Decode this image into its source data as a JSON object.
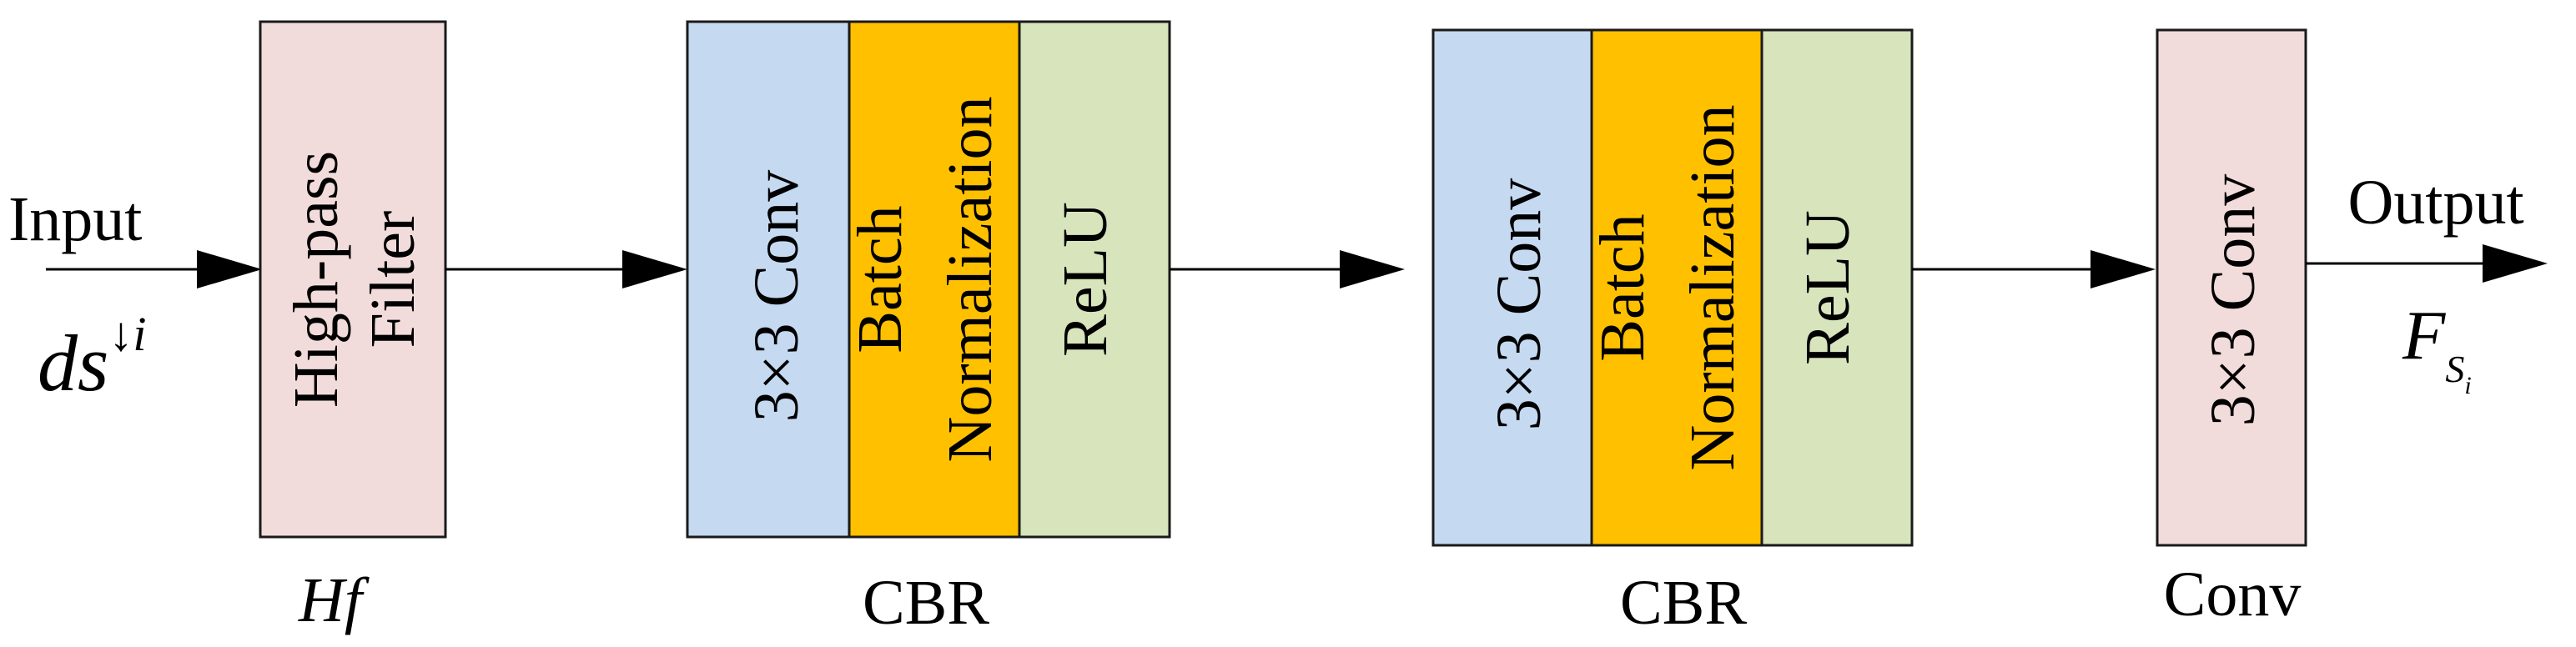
{
  "colors": {
    "hf_fill": "#f2dcdb",
    "conv_fill": "#c5d9f1",
    "bn_fill": "#ffc000",
    "relu_fill": "#d7e4bc",
    "final_conv_fill": "#f2dcdb",
    "stroke": "#1a1a1a"
  },
  "input": {
    "label": "Input",
    "symbol": "ds",
    "sup_arrow": "↓",
    "sup_index": "i"
  },
  "hf": {
    "line1": "High-pass",
    "line2": "Filter",
    "caption": "Hf"
  },
  "cbr1": {
    "conv": "3×3 Conv",
    "bn_line1": "Batch",
    "bn_line2": "Normalization",
    "relu": "ReLU",
    "caption": "CBR"
  },
  "cbr2": {
    "conv": "3×3 Conv",
    "bn_line1": "Batch",
    "bn_line2": "Normalization",
    "relu": "ReLU",
    "caption": "CBR"
  },
  "final_conv": {
    "label": "3×3 Conv",
    "caption": "Conv"
  },
  "output": {
    "label": "Output",
    "symbol": "F",
    "sub": "S",
    "subsub": "i"
  }
}
